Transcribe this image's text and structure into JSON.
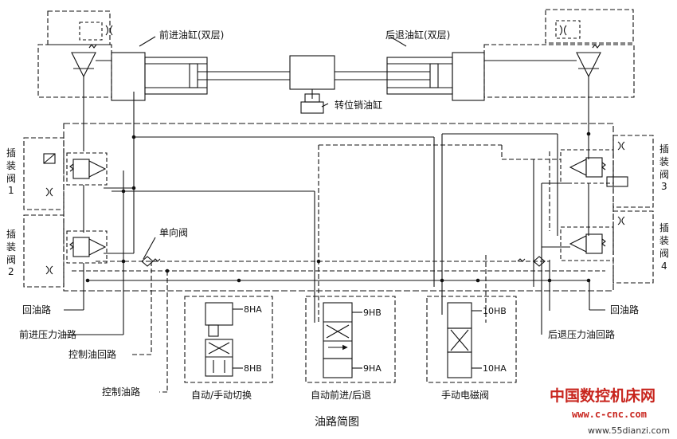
{
  "labels": {
    "forward_cylinder": "前进油缸(双层)",
    "backward_cylinder": "后退油缸(双层)",
    "index_pin_cylinder": "转位销油缸",
    "cartridge_valve_1": [
      "插",
      "装",
      "阀",
      "1"
    ],
    "cartridge_valve_2": [
      "插",
      "装",
      "阀",
      "2"
    ],
    "cartridge_valve_3": [
      "插",
      "装",
      "阀",
      "3"
    ],
    "cartridge_valve_4": [
      "插",
      "装",
      "阀",
      "4"
    ],
    "check_valve": "单向阀",
    "return_line_left": "回油路",
    "return_line_right": "回油路",
    "forward_pressure_line": "前进压力油路",
    "backward_pressure_line": "后退压力油回路",
    "control_return_line": "控制油回路",
    "control_line": "控制油路",
    "sol_8ha": "8HA",
    "sol_8hb": "8HB",
    "sol_9hb": "9HB",
    "sol_9ha": "9HA",
    "sol_10hb": "10HB",
    "sol_10ha": "10HA",
    "valve_auto_manual": "自动/手动切换",
    "valve_auto_fwd_back": "自动前进/后退",
    "valve_manual_solenoid": "手动电磁阀",
    "caption": "油路简图"
  },
  "watermark": {
    "brand": "中国数控机床网",
    "domain": "www.c-cnc.com",
    "site": "www.55dianzi.com"
  },
  "colors": {
    "line": "#111111",
    "watermark": "#c8251e"
  }
}
